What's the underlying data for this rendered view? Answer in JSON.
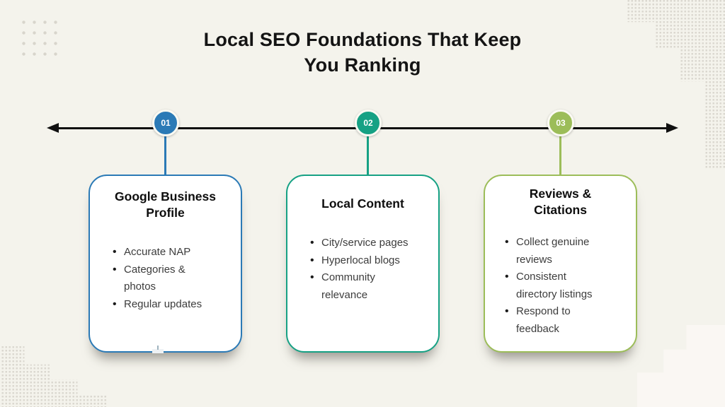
{
  "page": {
    "background": "#f4f3ec",
    "timeline_color": "#101010",
    "pattern_color": "#dbd8d0"
  },
  "title": {
    "line1": "Local SEO Foundations That Keep",
    "line2": "You Ranking"
  },
  "cards": [
    {
      "number": "01",
      "accent": "#2b7ab6",
      "title": "Google Business Profile",
      "bullets": [
        "Accurate NAP",
        "Categories & photos",
        "Regular updates"
      ]
    },
    {
      "number": "02",
      "accent": "#16a184",
      "title": "Local Content",
      "bullets": [
        "City/service pages",
        "Hyperlocal blogs",
        "Community relevance"
      ]
    },
    {
      "number": "03",
      "accent": "#9cbd59",
      "title": "Reviews & Citations",
      "bullets": [
        "Collect genuine reviews",
        "Consistent directory listings",
        "Respond to feedback"
      ]
    }
  ]
}
